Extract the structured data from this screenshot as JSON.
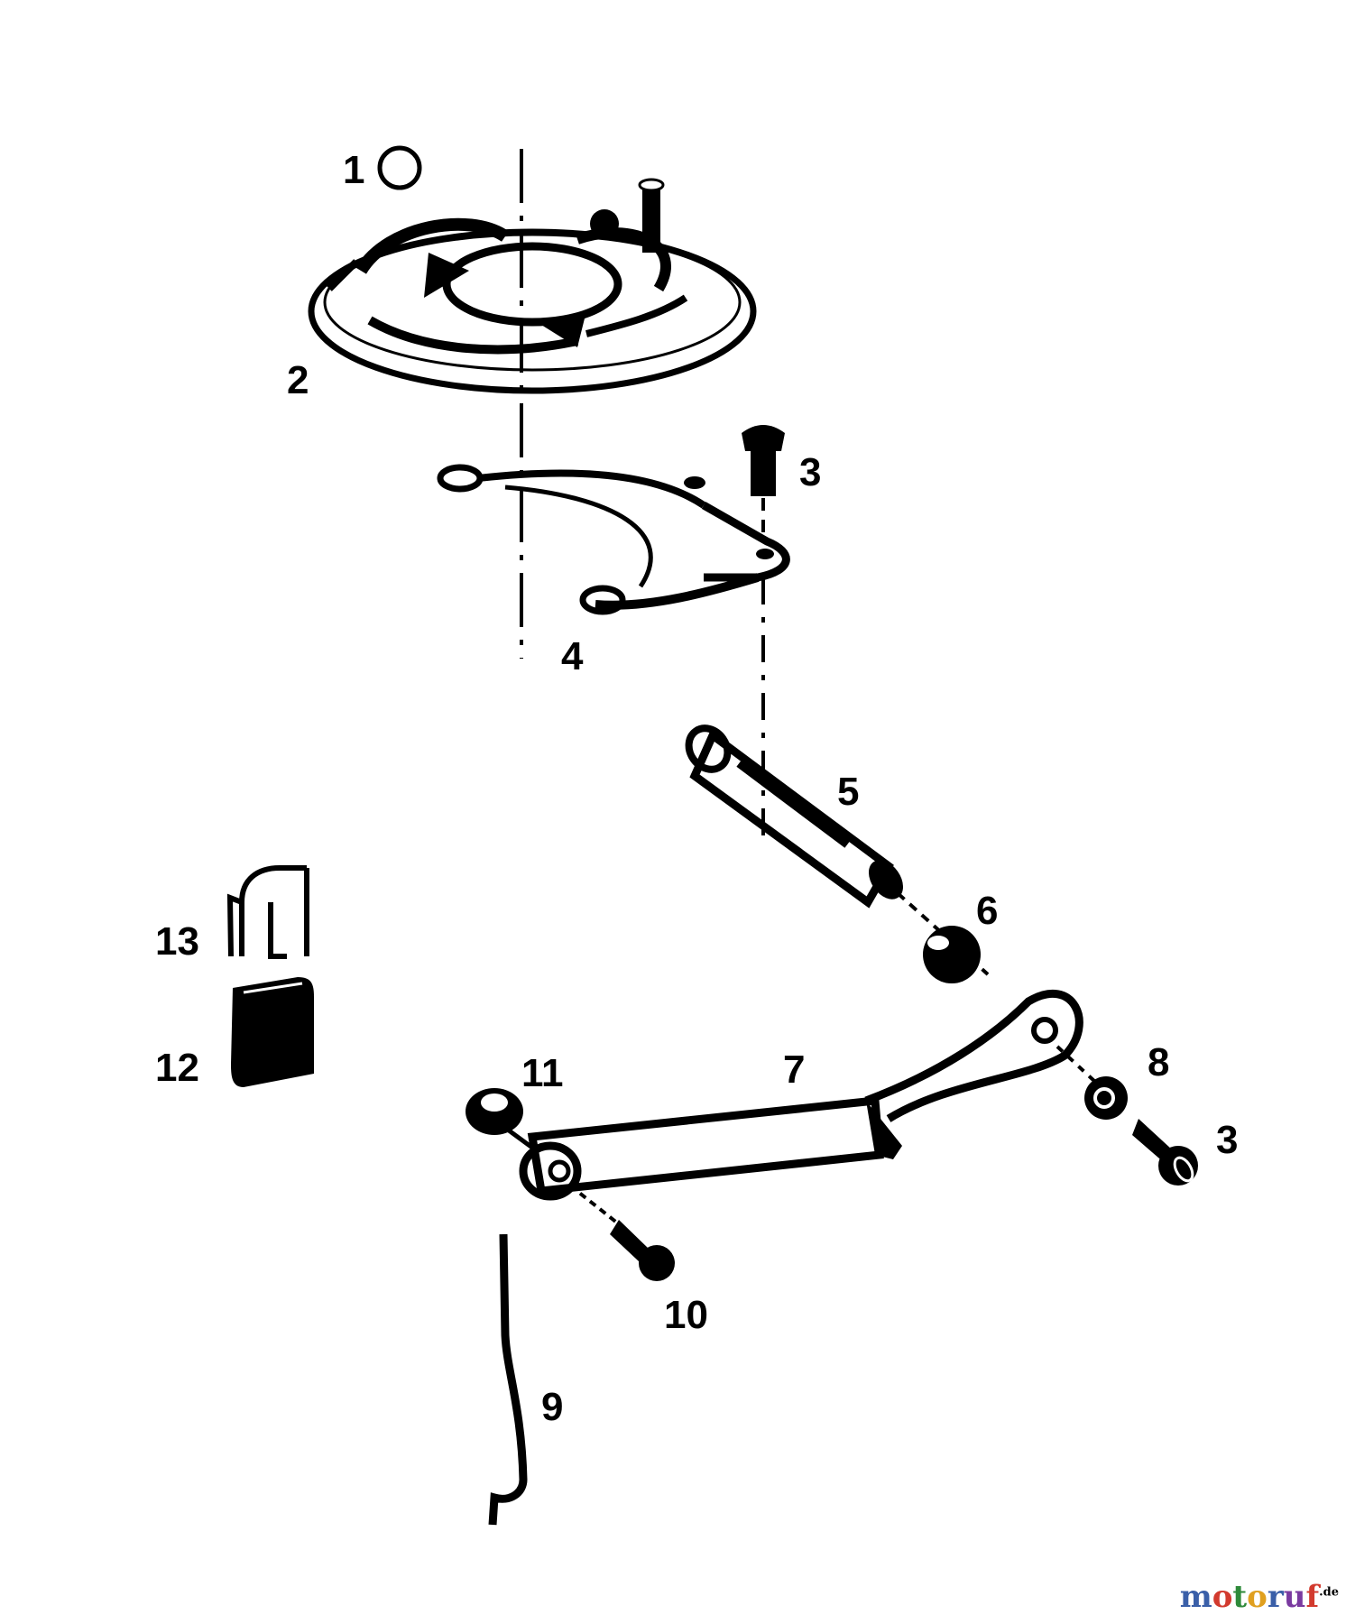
{
  "diagram": {
    "labels": [
      {
        "id": "1",
        "text": "1"
      },
      {
        "id": "2",
        "text": "2"
      },
      {
        "id": "3a",
        "text": "3"
      },
      {
        "id": "4",
        "text": "4"
      },
      {
        "id": "5",
        "text": "5"
      },
      {
        "id": "6",
        "text": "6"
      },
      {
        "id": "7",
        "text": "7"
      },
      {
        "id": "8",
        "text": "8"
      },
      {
        "id": "3b",
        "text": "3"
      },
      {
        "id": "9",
        "text": "9"
      },
      {
        "id": "10",
        "text": "10"
      },
      {
        "id": "11",
        "text": "11"
      },
      {
        "id": "12",
        "text": "12"
      },
      {
        "id": "13",
        "text": "13"
      }
    ]
  },
  "watermark": {
    "letters": [
      "m",
      "o",
      "t",
      "o",
      "r",
      "u",
      "f"
    ],
    "colors": [
      "#3a5fa8",
      "#d23a2e",
      "#2e8a3a",
      "#e0a020",
      "#3a5fa8",
      "#7a3aa0",
      "#d23a2e"
    ],
    "suffix": ".de"
  }
}
